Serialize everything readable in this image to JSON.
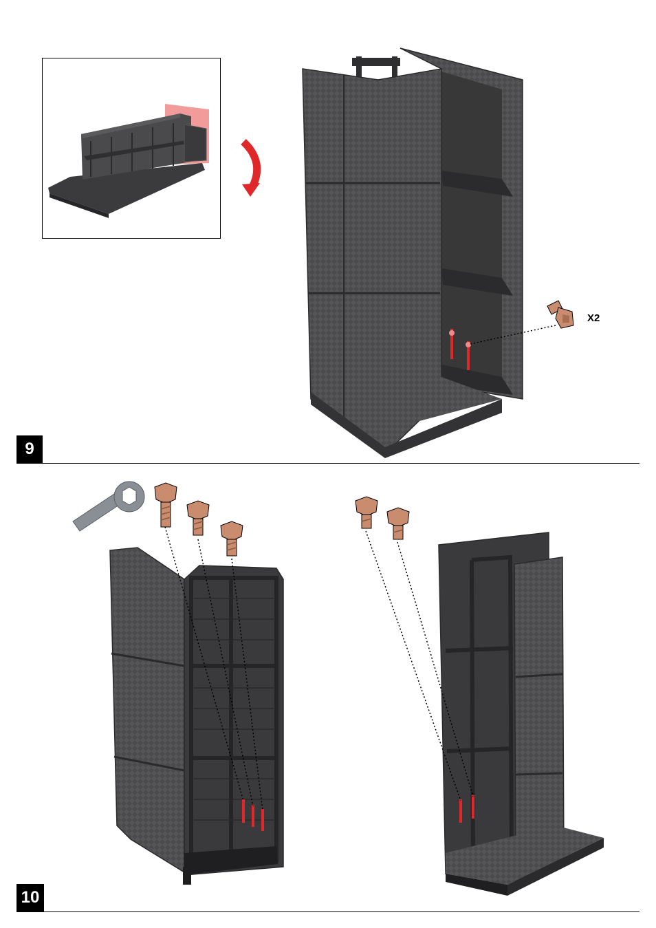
{
  "steps": [
    {
      "number": "9",
      "quantity_label": "X2"
    },
    {
      "number": "10"
    }
  ],
  "colors": {
    "panel": "#4a4a4c",
    "panel_dark": "#2f2f31",
    "panel_light": "#6a6a6c",
    "screw": "#c98c6e",
    "highlight_red": "#e0282a",
    "inset_highlight": "#f08a8a",
    "wrench": "#8a8f96"
  },
  "icons": {
    "rotate_arrow": "curved-arrow-icon",
    "screw": "screw-icon",
    "wrench": "wrench-icon"
  }
}
